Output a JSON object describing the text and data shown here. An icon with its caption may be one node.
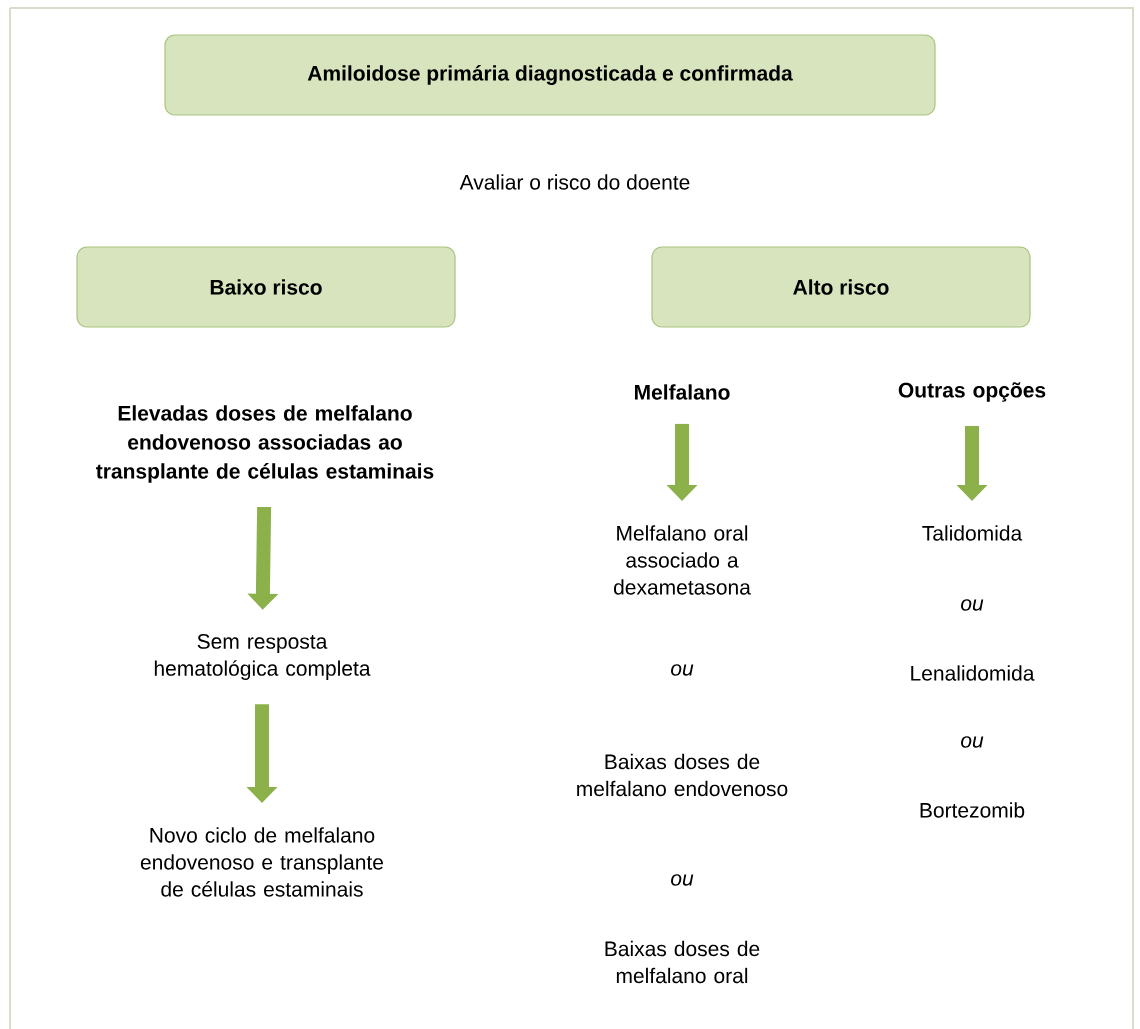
{
  "diagram": {
    "nodes": [
      {
        "text": [
          "Amiloidose primária diagnosticada e confirmada"
        ]
      },
      {
        "text": [
          "Baixo risco"
        ]
      },
      {
        "text": [
          "Alto risco"
        ]
      },
      {
        "text": [
          "Elevadas doses de melfalano endovenoso associadas ao transplante de células estaminais"
        ]
      },
      {
        "text": [
          "Sem resposta hematológica completa"
        ]
      },
      {
        "text": [
          "Novo ciclo de melfalano endovenoso e transplante de células estaminais"
        ]
      },
      {
        "text": [
          "Melfalano"
        ]
      },
      {
        "text": [
          "Melfalano oral associado a dexametasona"
        ]
      },
      {
        "text": [
          "Baixas doses de melfalano endovenoso"
        ]
      },
      {
        "text": [
          "Baixas doses de melfalano oral"
        ]
      },
      {
        "text": [
          "Outras opções"
        ]
      },
      {
        "text": [
          "Talidomida"
        ]
      },
      {
        "text": [
          "Lenalidomida"
        ]
      },
      {
        "text": [
          "Bortezomib"
        ]
      }
    ],
    "edges": [
      {
        "from": 3,
        "to": 4,
        "arrow": "to"
      },
      {
        "from": 4,
        "to": 5,
        "arrow": "to"
      },
      {
        "from": 6,
        "to": 7,
        "arrow": "to"
      },
      {
        "from": 10,
        "to": 11,
        "arrow": "to"
      }
    ],
    "labels": [
      "Avaliar o risco do doente",
      "ou",
      "ou",
      "ou",
      "ou"
    ]
  }
}
